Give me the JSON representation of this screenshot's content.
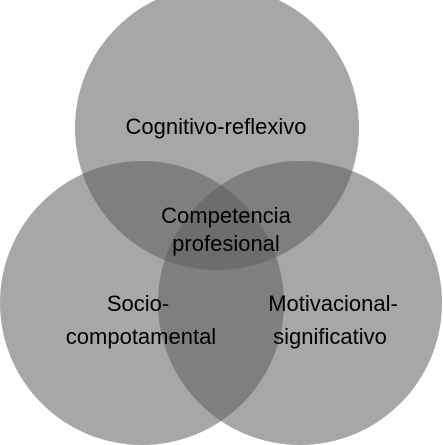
{
  "diagram": {
    "type": "venn",
    "fill_color": "#5f5f5f",
    "label_color": "#000000",
    "sets": {
      "top": {
        "label": "Cognitivo-reflexivo"
      },
      "left": {
        "line1": "Socio-",
        "line2": "compotamental"
      },
      "right": {
        "line1": "Motivacional-",
        "line2": "significativo"
      }
    },
    "intersection": {
      "line1": "Competencia",
      "line2": "profesional"
    }
  }
}
